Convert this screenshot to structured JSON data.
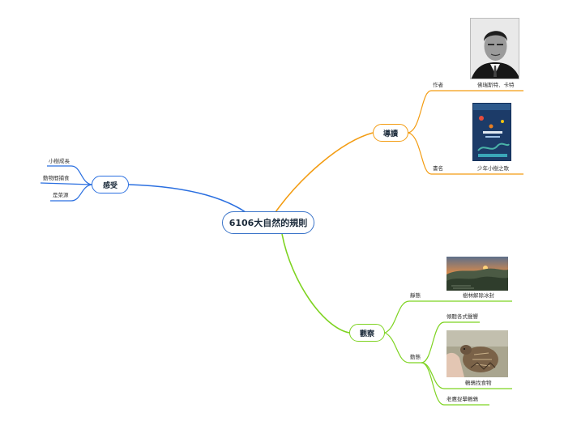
{
  "central": {
    "label": "6106大自然的規則"
  },
  "branches": {
    "guide": {
      "label": "導讀",
      "color": "#f39c12",
      "children": [
        {
          "label": "作者",
          "leaf": "佛瑞斯特．卡特"
        },
        {
          "label": "書名",
          "leaf": "少年小樹之歌"
        }
      ]
    },
    "observe": {
      "label": "觀察",
      "color": "#7ed321",
      "children": [
        {
          "label": "靜態",
          "leaf": "樹林解除冰封"
        },
        {
          "label": "動態",
          "leaves": [
            "傾聽各式聲響",
            "鵪鶉找食物",
            "老鷹捉擊鵪鶉"
          ]
        }
      ]
    },
    "feel": {
      "label": "感受",
      "color": "#2a6fe0",
      "children": [
        "小樹成長",
        "動物間捕食",
        "是菜源"
      ]
    }
  },
  "images": {
    "author_photo": "portrait-photo",
    "book_cover": "book-cover-image",
    "forest_photo": "forest-landscape-photo",
    "quail_photo": "quail-photo"
  }
}
